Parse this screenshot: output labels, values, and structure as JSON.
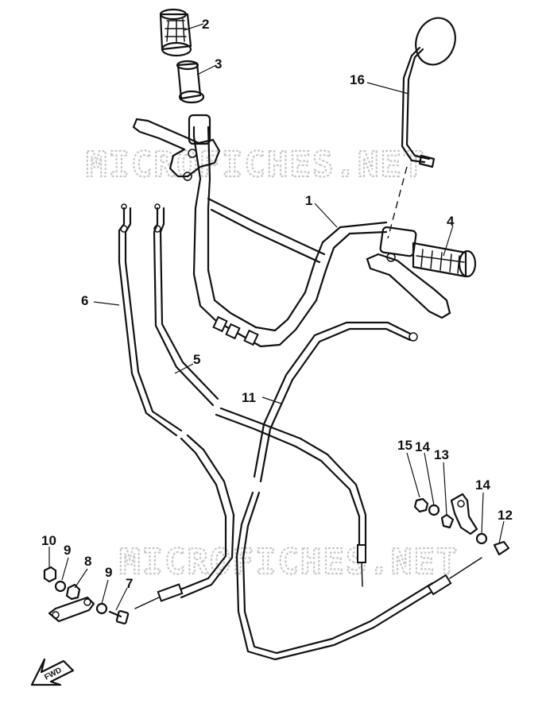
{
  "watermark": "MICROFICHES.NET",
  "direction_label": "FWD",
  "callouts": [
    {
      "id": "c1",
      "label": "1"
    },
    {
      "id": "c2",
      "label": "2"
    },
    {
      "id": "c3",
      "label": "3"
    },
    {
      "id": "c4",
      "label": "4"
    },
    {
      "id": "c5",
      "label": "5"
    },
    {
      "id": "c6",
      "label": "6"
    },
    {
      "id": "c7",
      "label": "7"
    },
    {
      "id": "c8",
      "label": "8"
    },
    {
      "id": "c9a",
      "label": "9"
    },
    {
      "id": "c9b",
      "label": "9"
    },
    {
      "id": "c10",
      "label": "10"
    },
    {
      "id": "c11",
      "label": "11"
    },
    {
      "id": "c12",
      "label": "12"
    },
    {
      "id": "c13",
      "label": "13"
    },
    {
      "id": "c14a",
      "label": "14"
    },
    {
      "id": "c14b",
      "label": "14"
    },
    {
      "id": "c15",
      "label": "15"
    },
    {
      "id": "c16",
      "label": "16"
    }
  ]
}
